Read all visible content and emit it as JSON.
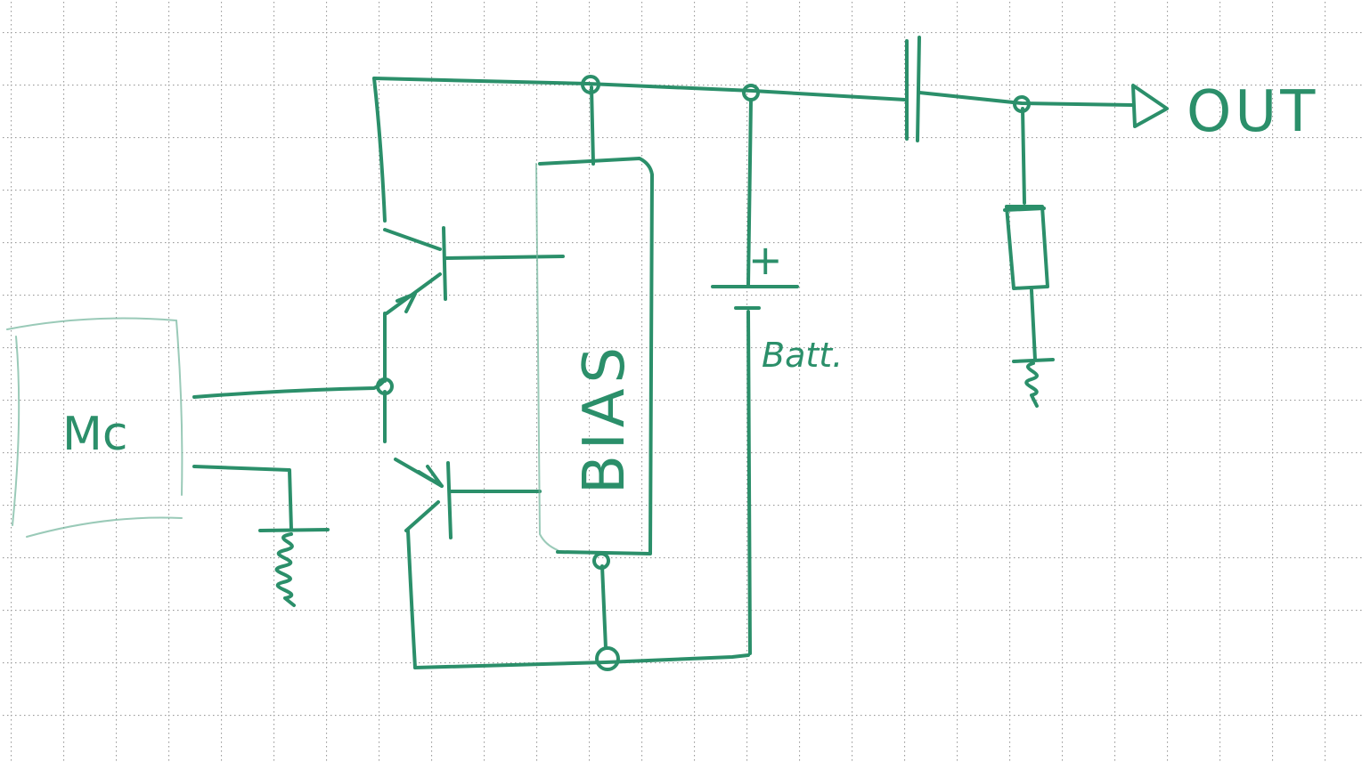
{
  "labels": {
    "mic": "Mc",
    "bias": "BIAS",
    "battery": "Batt.",
    "plus": "+",
    "output": "OUT"
  },
  "colors": {
    "ink": "#2b8f6a",
    "grid": "#9a9a9a",
    "paper": "#ffffff"
  }
}
